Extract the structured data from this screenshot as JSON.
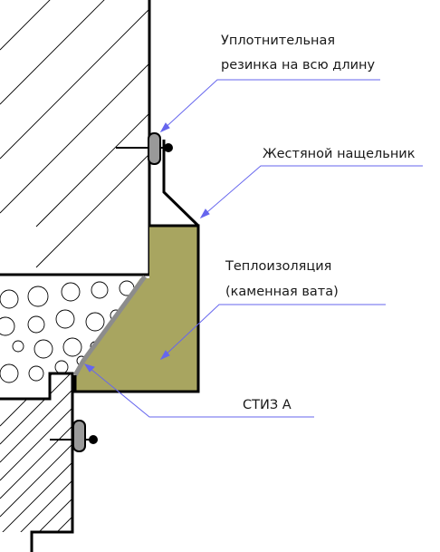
{
  "labels": {
    "seal": {
      "line1": "Уплотнительная",
      "line2": "резинка на всю длину"
    },
    "flashing": "Жестяной нащельник",
    "insulation": {
      "line1": "Теплоизоляция",
      "line2": "(каменная вата)"
    },
    "tape": "СТИЗ А"
  },
  "colors": {
    "insulation_fill": "#a8a560",
    "leader_lines": "#6666ee",
    "outline": "#000000",
    "tape_strip": "#8c8c8c",
    "seal_fill": "#999999"
  }
}
